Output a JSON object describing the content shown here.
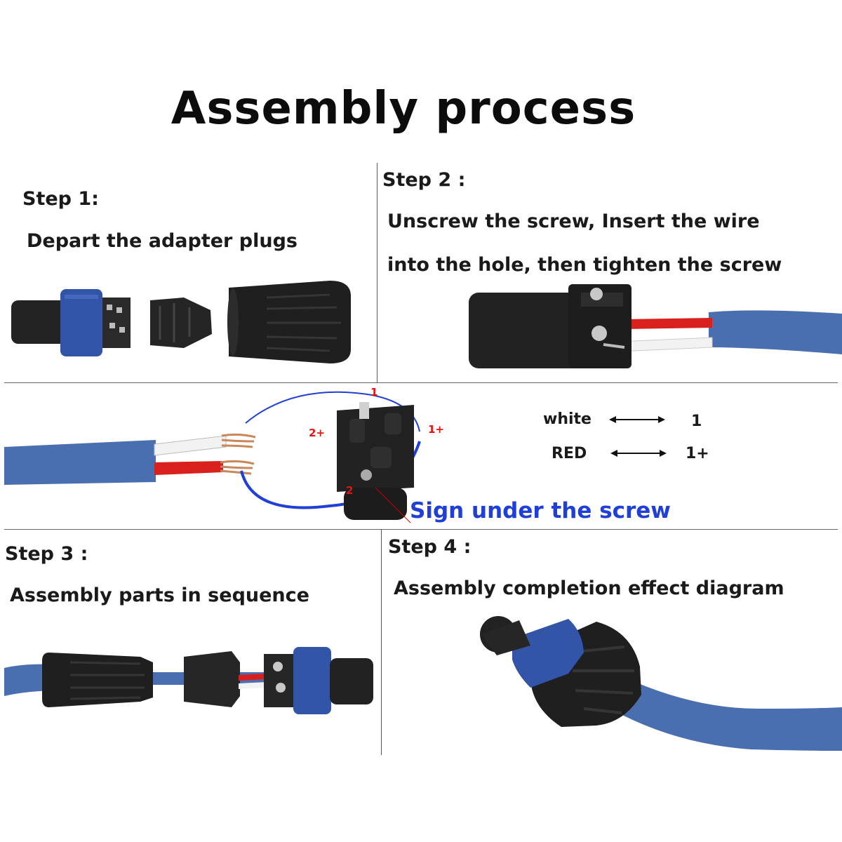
{
  "title": "Assembly process",
  "steps": [
    {
      "heading": "Step 1:",
      "text": [
        "Depart the  adapter plugs"
      ]
    },
    {
      "heading": "Step 2 :",
      "text": [
        "Unscrew the screw, Insert the wire",
        "into the hole,   then  tighten the screw"
      ]
    },
    {
      "heading": "Step 3 :",
      "text": [
        "Assembly parts in sequence"
      ]
    },
    {
      "heading": "Step 4 :",
      "text": [
        "Assembly completion effect diagram"
      ]
    }
  ],
  "wiring": {
    "mapping": [
      {
        "wire": "white",
        "terminal": "1"
      },
      {
        "wire": "RED",
        "terminal": "1+"
      }
    ],
    "pin_labels": [
      "1",
      "2+",
      "1+",
      "2"
    ],
    "note": "Sign under the screw"
  },
  "colors": {
    "cable_blue": "#4a6fb0",
    "connector_ring": "#3355a8",
    "connector_black": "#1c1c1c",
    "wire_red": "#d8211c",
    "wire_white": "#f2f2f2",
    "copper": "#c9875a",
    "note_blue": "#1f3fd6",
    "pin_red": "#e01515"
  },
  "icons": [
    "double-arrow-icon",
    "double-arrow-icon"
  ]
}
